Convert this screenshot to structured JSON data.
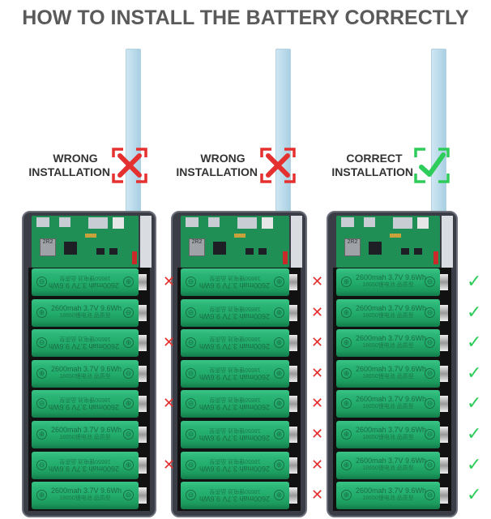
{
  "title": "HOW TO INSTALL THE BATTERY CORRECTLY",
  "colors": {
    "wrong": "#e53030",
    "correct": "#2ecc5a",
    "battery": "#23ad6d",
    "title": "#5a5a5a"
  },
  "battery_label": {
    "line1": "2600mah  3.7V  9.6Wh",
    "line2": "18650锂电池 品质型",
    "plus": "⊕",
    "minus": "⊖"
  },
  "pcb_inductor_label": "2R2",
  "panels": [
    {
      "status": "wrong",
      "label_line1": "WRONG",
      "label_line2": "INSTALLATION",
      "icon": "cross-icon",
      "cells_flipped": [
        true,
        false,
        true,
        false,
        true,
        false,
        true,
        false
      ],
      "marks": [
        "x",
        "",
        "x",
        "",
        "x",
        "",
        "x",
        ""
      ]
    },
    {
      "status": "wrong",
      "label_line1": "WRONG",
      "label_line2": "INSTALLATION",
      "icon": "cross-icon",
      "cells_flipped": [
        true,
        true,
        true,
        true,
        true,
        true,
        true,
        true
      ],
      "marks": [
        "x",
        "x",
        "x",
        "x",
        "x",
        "x",
        "x",
        "x"
      ]
    },
    {
      "status": "correct",
      "label_line1": "CORRECT",
      "label_line2": "INSTALLATION",
      "icon": "check-icon",
      "cells_flipped": [
        false,
        false,
        false,
        false,
        false,
        false,
        false,
        false
      ],
      "marks": [
        "ok",
        "ok",
        "ok",
        "ok",
        "ok",
        "ok",
        "ok",
        "ok"
      ]
    }
  ],
  "mark_glyphs": {
    "x": "✕",
    "ok": "✓"
  }
}
